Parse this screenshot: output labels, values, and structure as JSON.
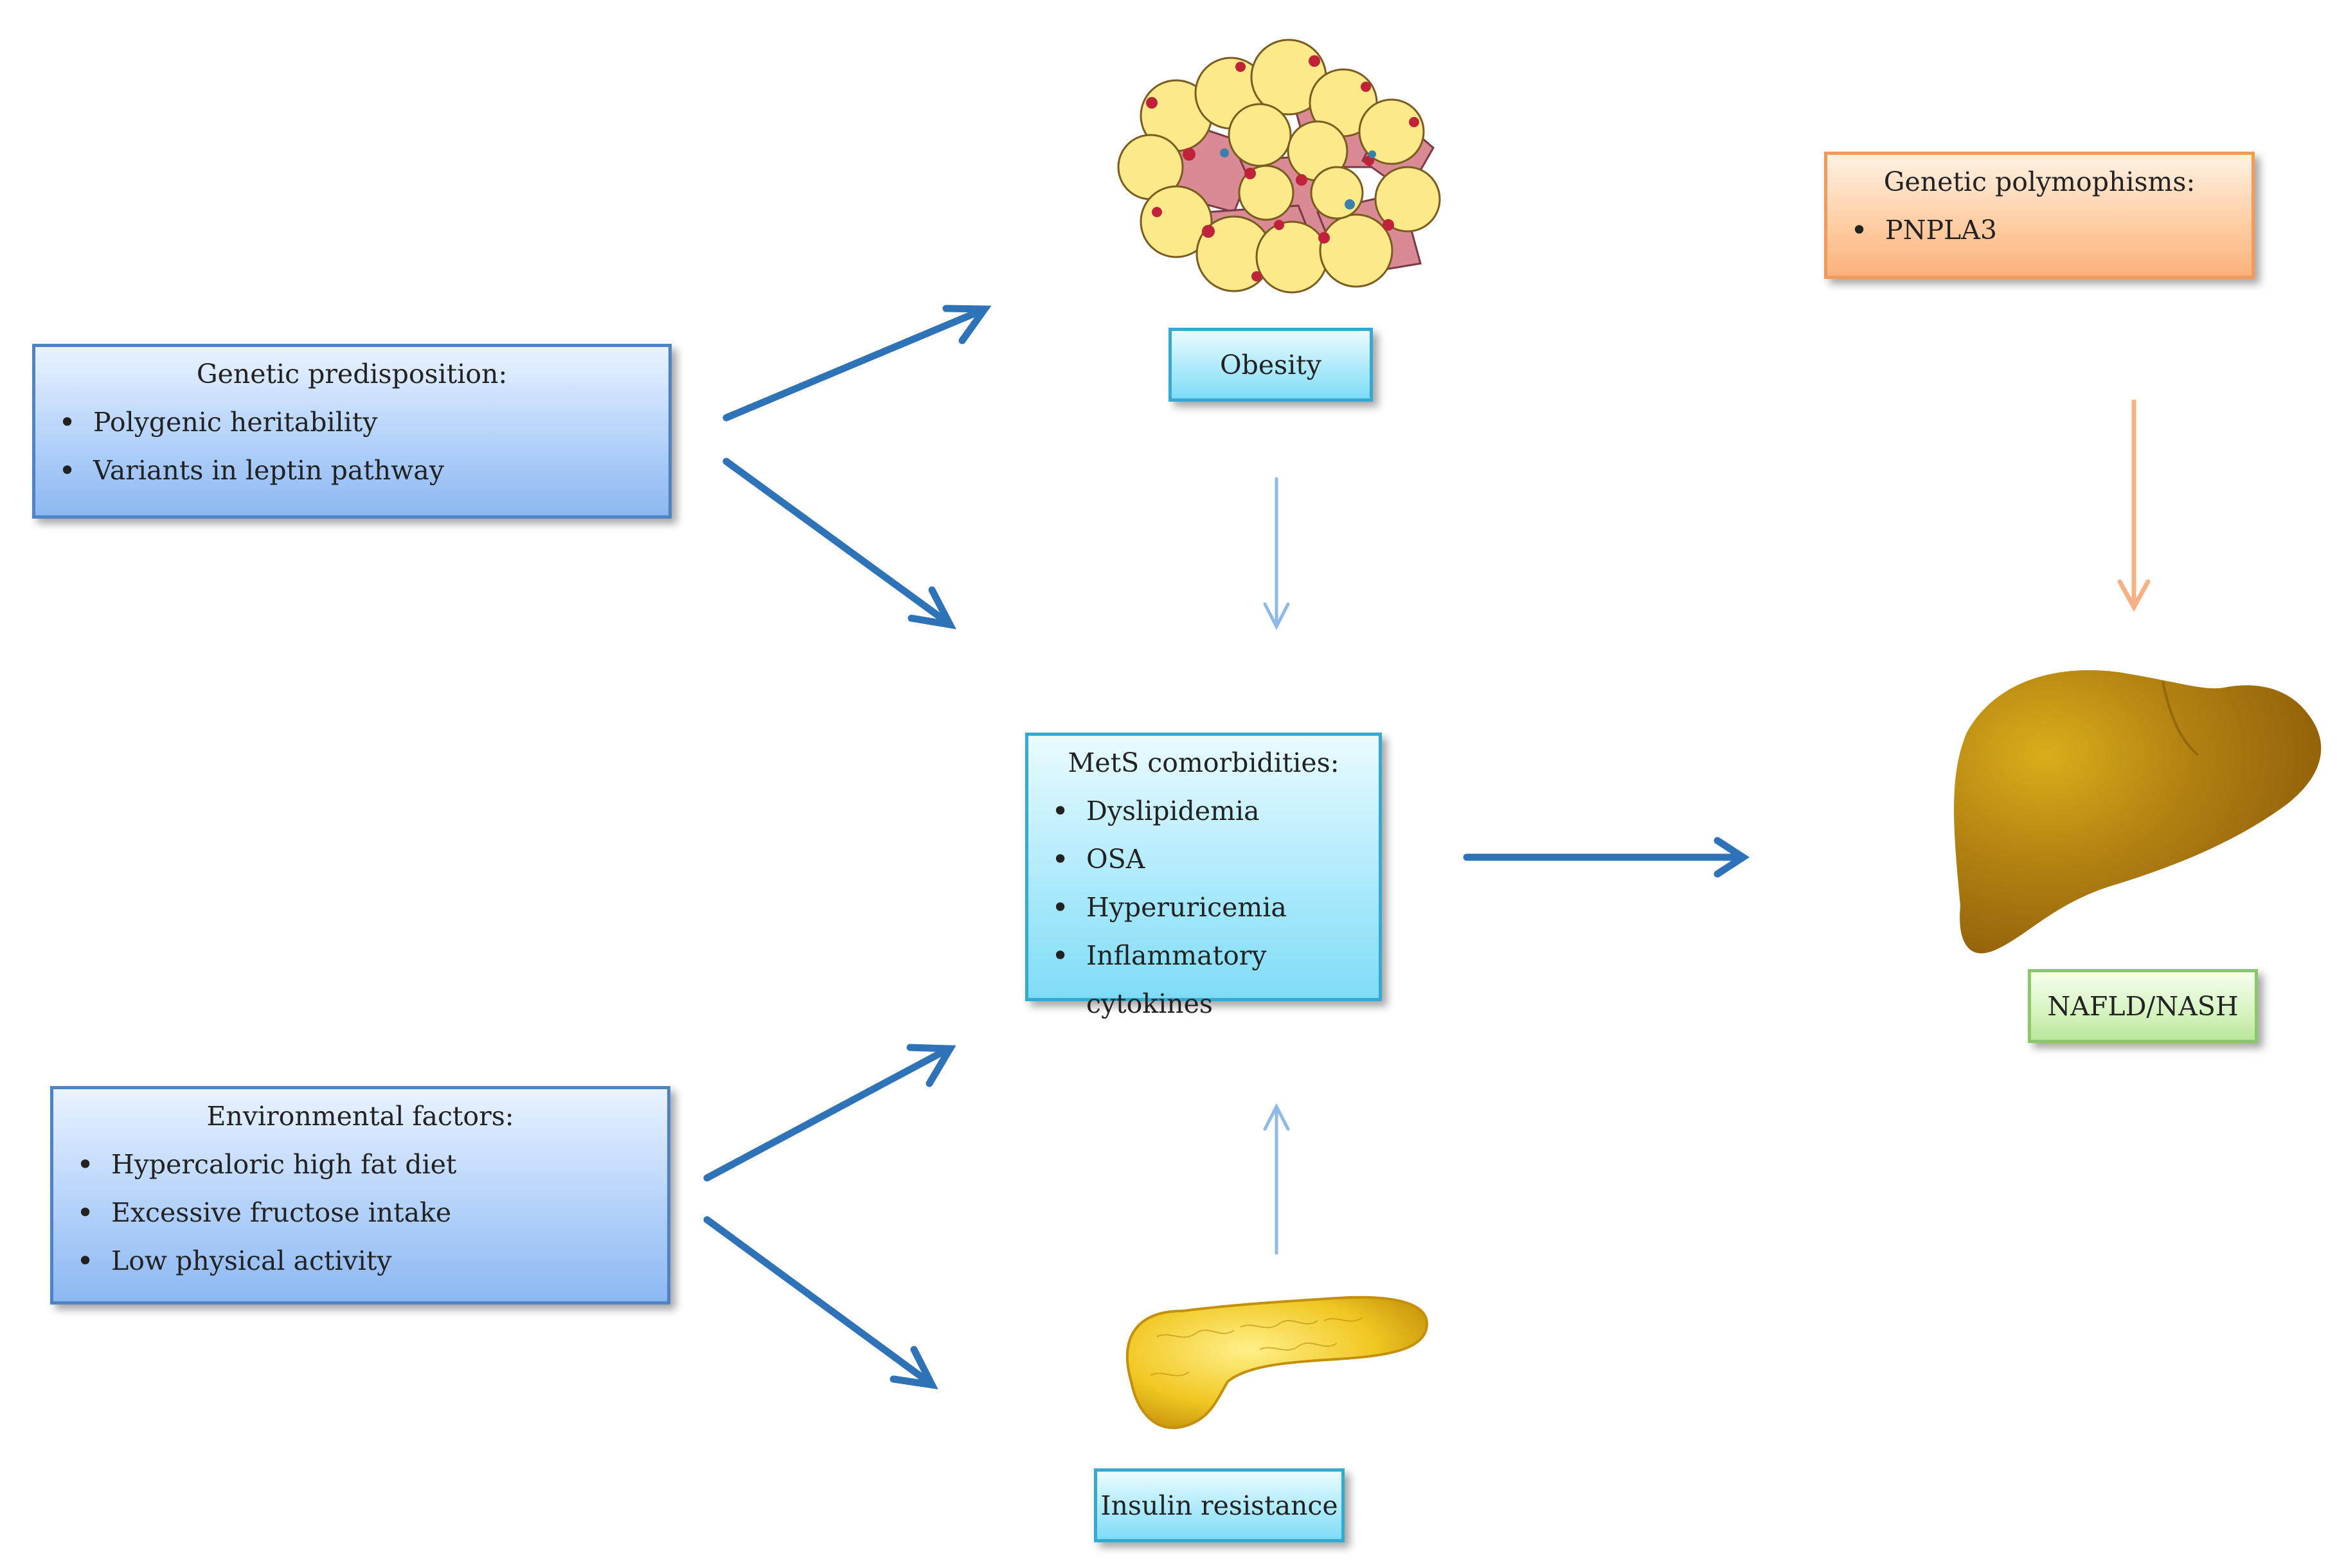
{
  "genetic_predisposition": {
    "title": "Genetic predisposition:",
    "items": [
      "Polygenic heritability",
      "Variants in leptin pathway"
    ]
  },
  "environmental_factors": {
    "title": "Environmental factors:",
    "items": [
      "Hypercaloric high fat diet",
      "Excessive fructose intake",
      "Low physical activity"
    ]
  },
  "obesity": {
    "label": "Obesity"
  },
  "mets": {
    "title": "MetS comorbidities:",
    "items": [
      "Dyslipidemia",
      "OSA",
      "Hyperuricemia",
      "Inflammatory cytokines"
    ]
  },
  "insulin": {
    "label": "Insulin resistance"
  },
  "genetic_polymorphisms": {
    "title": "Genetic polymophisms:",
    "items": [
      "PNPLA3"
    ]
  },
  "outcome": {
    "label": "NAFLD/NASH"
  },
  "colors": {
    "arrow_main": "#2e72b8",
    "arrow_light": "#8fb9e6",
    "arrow_orange": "#f7b183",
    "liver": "#a8750a",
    "fat_cell": "#fce98a"
  }
}
